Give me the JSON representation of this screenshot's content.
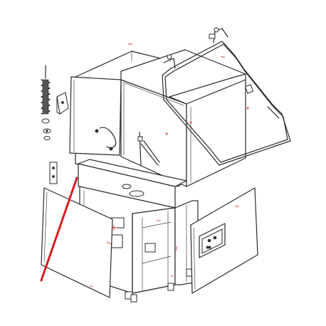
{
  "figure": {
    "subject": "exploded-parts-diagram",
    "highlight_color": "#d31f1f",
    "line_color": "#2a2a2a",
    "background_color": "#ffffff",
    "callouts": [
      {
        "target": "hinge-bracket",
        "style": "arrow-line"
      }
    ]
  }
}
